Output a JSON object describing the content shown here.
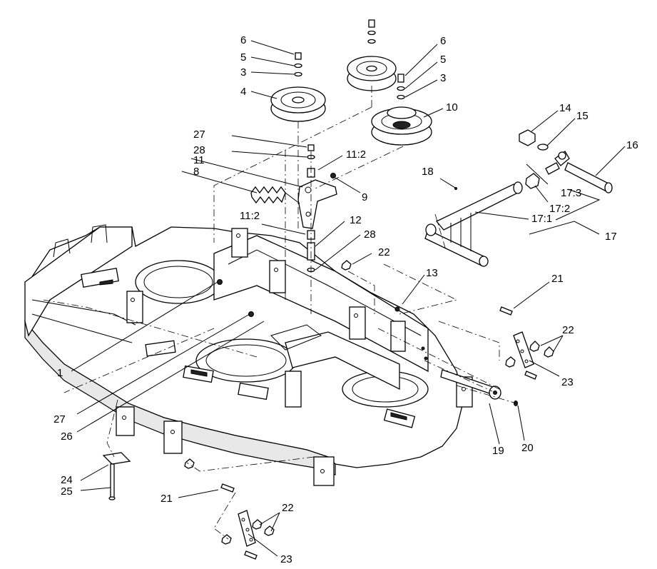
{
  "callouts": [
    {
      "id": "c6a",
      "text": "6"
    },
    {
      "id": "c5a",
      "text": "5"
    },
    {
      "id": "c3a",
      "text": "3"
    },
    {
      "id": "c4",
      "text": "4"
    },
    {
      "id": "c6b",
      "text": "6"
    },
    {
      "id": "c5b",
      "text": "5"
    },
    {
      "id": "c3b",
      "text": "3"
    },
    {
      "id": "c10",
      "text": "10"
    },
    {
      "id": "c14",
      "text": "14"
    },
    {
      "id": "c15",
      "text": "15"
    },
    {
      "id": "c16",
      "text": "16"
    },
    {
      "id": "c27a",
      "text": "27"
    },
    {
      "id": "c28a",
      "text": "28"
    },
    {
      "id": "c11",
      "text": "11"
    },
    {
      "id": "c8",
      "text": "8"
    },
    {
      "id": "c11_2a",
      "text": "11:2"
    },
    {
      "id": "c9",
      "text": "9"
    },
    {
      "id": "c18",
      "text": "18"
    },
    {
      "id": "c11_2b",
      "text": "11:2"
    },
    {
      "id": "c12",
      "text": "12"
    },
    {
      "id": "c28b",
      "text": "28"
    },
    {
      "id": "c17_3",
      "text": "17:3"
    },
    {
      "id": "c17_2",
      "text": "17:2"
    },
    {
      "id": "c17_1",
      "text": "17:1"
    },
    {
      "id": "c17",
      "text": "17"
    },
    {
      "id": "c22a",
      "text": "22"
    },
    {
      "id": "c13",
      "text": "13"
    },
    {
      "id": "c21a",
      "text": "21"
    },
    {
      "id": "c22b",
      "text": "22"
    },
    {
      "id": "c23a",
      "text": "23"
    },
    {
      "id": "c1",
      "text": "1"
    },
    {
      "id": "c27b",
      "text": "27"
    },
    {
      "id": "c26",
      "text": "26"
    },
    {
      "id": "c19",
      "text": "19"
    },
    {
      "id": "c20",
      "text": "20"
    },
    {
      "id": "c24",
      "text": "24"
    },
    {
      "id": "c25",
      "text": "25"
    },
    {
      "id": "c21b",
      "text": "21"
    },
    {
      "id": "c22c",
      "text": "22"
    },
    {
      "id": "c23b",
      "text": "23"
    }
  ]
}
